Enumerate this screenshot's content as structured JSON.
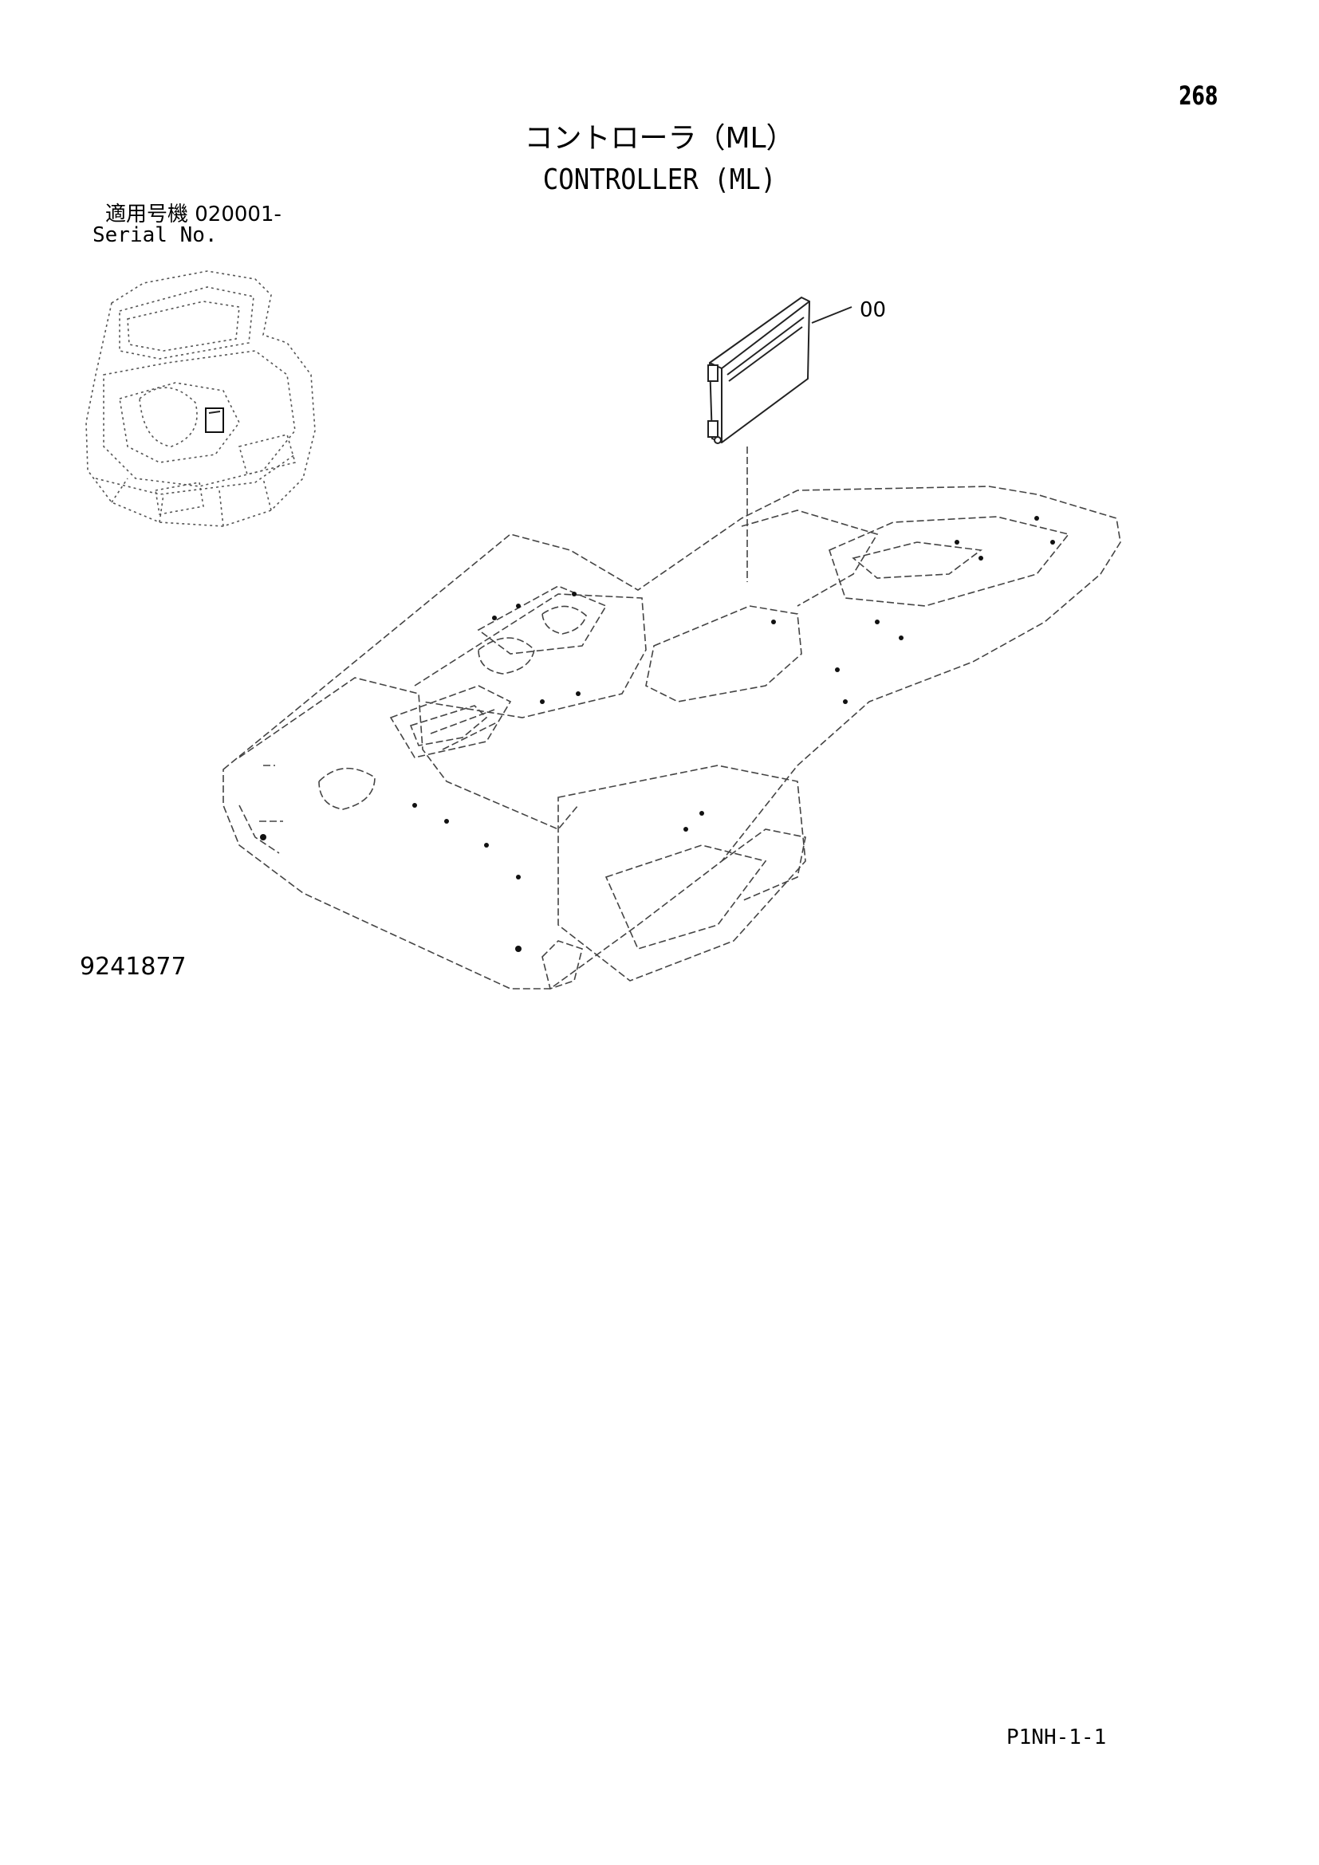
{
  "header": {
    "page_number": "268",
    "title_jp": "コントローラ（ML）",
    "title_en": "CONTROLLER (ML)"
  },
  "serial": {
    "label_jp": "適用号機 020001-",
    "label_en": "Serial No."
  },
  "diagram": {
    "callout_label": "00",
    "figure_number": "9241877"
  },
  "footer": {
    "code": "P1NH-1-1"
  }
}
